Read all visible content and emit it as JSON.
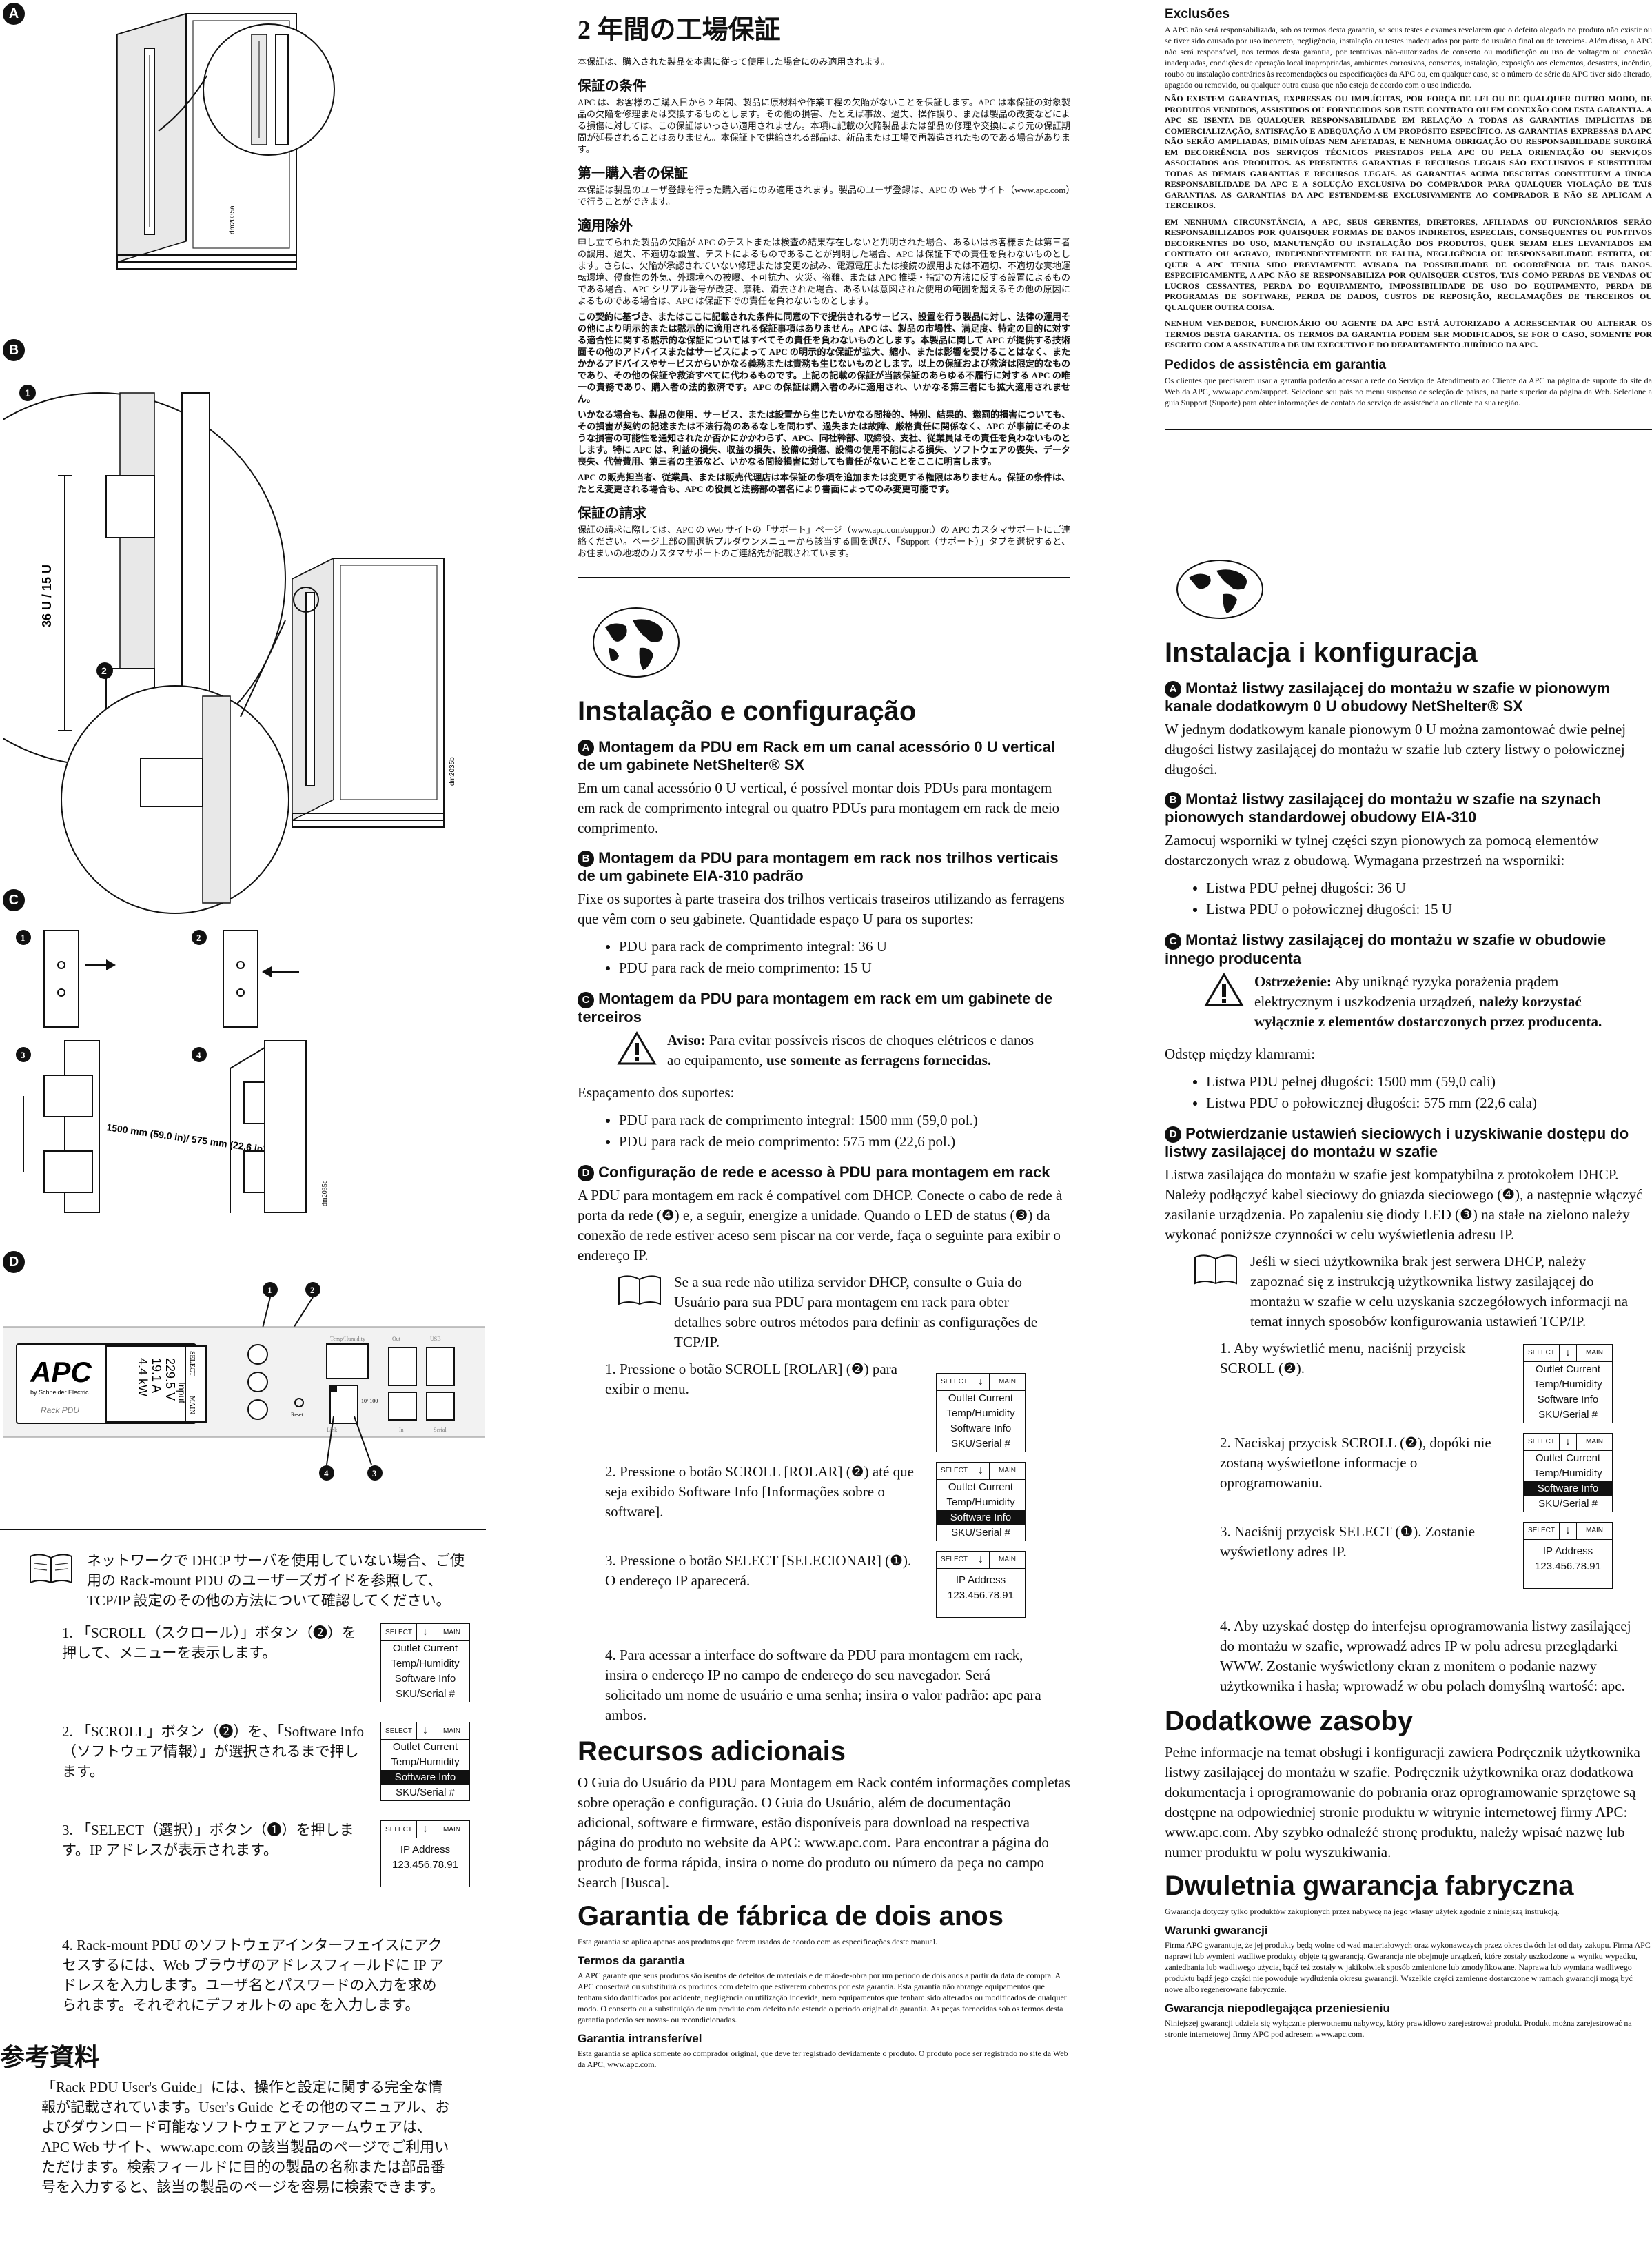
{
  "figures": {
    "label_a": "A",
    "label_b": "B",
    "label_c": "C",
    "label_d": "D",
    "num1": "1",
    "num2": "2",
    "num3": "3",
    "num4": "4",
    "rack_depth_label": "36 U / 15 U",
    "bracket_spacing_label": "1500 mm (59.0 in)/ 575 mm (22.6 in)",
    "pdu_brand": "APC",
    "pdu_brand_sub": "by Schneider Electric",
    "pdu_model": "Rack PDU",
    "display_input": "Input",
    "display_voltage": "229.5 V",
    "display_current": "19.1 A",
    "display_power": "4.4 kW",
    "btn_select": "SELECT",
    "btn_main": "MAIN",
    "port_temp": "Temp/Humidity",
    "port_out": "Out",
    "port_usb": "USB",
    "port_in": "In",
    "port_serial": "Serial",
    "port_link": "Link",
    "port_speed": "10/ 100",
    "led_reset": "Reset"
  },
  "menu": {
    "select": "SELECT",
    "main": "MAIN",
    "items": [
      "Outlet Current",
      "Temp/Humidity",
      "Software Info",
      "SKU/Serial #"
    ],
    "ip_title": "IP Address",
    "ip_value": "123.456.78.91"
  },
  "jp": {
    "note": "ネットワークで DHCP サーバを使用していない場合、ご使用の Rack-mount PDU のユーザーズガイドを参照して、TCP/IP 設定のその他の方法について確認してください。",
    "step1": "「SCROLL（スクロール）」ボタン（❷）を押して、メニューを表示します。",
    "step2": "「SCROLL」ボタン（❷）を、「Software Info（ソフトウェア情報）」が選択されるまで押します。",
    "step3": "「SELECT（選択）」ボタン（❶）を押します。IP アドレスが表示されます。",
    "step4": "Rack-mount PDU のソフトウェアインターフェイスにアクセスするには、Web ブラウザのアドレスフィールドに IP アドレスを入力します。ユーザ名とパスワードの入力を求められます。それぞれにデフォルトの apc を入力します。",
    "ref_title": "参考資料",
    "ref_body": "「Rack PDU User's Guide」には、操作と設定に関する完全な情報が記載されています。User's Guide とその他のマニュアル、およびダウンロード可能なソフトウェアとファームウェアは、APC Web サイト、www.apc.com の該当製品のページでご利用いただけます。検索フィールドに目的の製品の名称または部品番号を入力すると、該当の製品のページを容易に検索できます。",
    "warranty_title": "2 年間の工場保証",
    "warranty_intro": "本保証は、購入された製品を本書に従って使用した場合にのみ適用されます。",
    "terms_title": "保証の条件",
    "terms_body": "APC は、お客様のご購入日から 2 年間、製品に原材料や作業工程の欠陥がないことを保証します。APC は本保証の対象製品の欠陥を修理または交換するものとします。その他の損害、たとえば事故、過失、操作誤り、または製品の改変などによる損傷に対しては、この保証はいっさい適用されません。本項に記載の欠陥製品または部品の修理や交換により元の保証期間が延長されることはありません。本保証下で供給される部品は、新品または工場で再製造されたものである場合があります。",
    "first_title": "第一購入者の保証",
    "first_body": "本保証は製品のユーザ登録を行った購入者にのみ適用されます。製品のユーザ登録は、APC の Web サイト（www.apc.com）で行うことができます。",
    "excl_title": "適用除外",
    "excl_body1": "申し立てられた製品の欠陥が APC のテストまたは検査の結果存在しないと判明された場合、あるいはお客様または第三者の誤用、過失、不適切な設置、テストによるものであることが判明した場合、APC は保証下での責任を負わないものとします。さらに、欠陥が承認されていない修理または変更の試み、電源電圧または接続の誤用または不適切、不適切な実地運転環境、侵食性の外気、外環境への被曝、不可抗力、火災、盗難、または APC 推奨・指定の方法に反する設置によるものである場合、APC シリアル番号が改変、摩耗、消去された場合、あるいは意図された使用の範囲を超えるその他の原因によるものである場合は、APC は保証下での責任を負わないものとします。",
    "excl_body2": "この契約に基づき、またはここに記載された条件に同意の下で提供されるサービス、設置を行う製品に対し、法律の運用その他により明示的または黙示的に適用される保証事項はありません。APC は、製品の市場性、満足度、特定の目的に対する適合性に関する黙示的な保証についてはすべてその責任を負わないものとします。本製品に関して APC が提供する技術面その他のアドバイスまたはサービスによって APC の明示的な保証が拡大、縮小、または影響を受けることはなく、またかかるアドバイスやサービスからいかなる義務または責務も生じないものとします。以上の保証および救済は限定的なものであり、その他の保証や救済すべてに代わるものです。上記の記載の保証が当該保証のあらゆる不履行に対する APC の唯一の責務であり、購入者の法的救済です。APC の保証は購入者のみに適用され、いかなる第三者にも拡大適用されません。",
    "excl_body3": "いかなる場合も、製品の使用、サービス、または設置から生じたいかなる間接的、特別、結果的、懲罰的損害についても、その損害が契約の記述または不法行為のあるなしを問わず、過失または故障、厳格責任に関係なく、APC が事前にそのような損害の可能性を通知されたか否かにかかわらず、APC、同社幹部、取締役、支社、従業員はその責任を負わないものとします。特に APC は、利益の損失、収益の損失、設備の損傷、設備の使用不能による損失、ソフトウェアの喪失、データ喪失、代替費用、第三者の主張など、いかなる間接損害に対しても責任がないことをここに明言します。",
    "excl_body4": "APC の販売担当者、従業員、または販売代理店は本保証の条項を追加または変更する権限はありません。保証の条件は、たとえ変更される場合も、APC の役員と法務部の署名により書面によってのみ変更可能です。",
    "claims_title": "保証の請求",
    "claims_body": "保証の請求に際しては、APC の Web サイトの「サポート」ページ（www.apc.com/support）の APC カスタマサポートにご連絡ください。ページ上部の国選択プルダウンメニューから該当する国を選び、「Support（サポート）」タブを選択すると、お住まいの地域のカスタマサポートのご連絡先が記載されています。"
  },
  "pt": {
    "install_title": "Instalação e configuração",
    "a_title": "Montagem da PDU em Rack em um canal acessório 0 U vertical de um gabinete NetShelter® SX",
    "a_body": "Em um canal acessório 0 U vertical, é possível montar dois PDUs para montagem em rack de comprimento integral ou quatro PDUs para montagem em rack de meio comprimento.",
    "b_title": "Montagem da PDU para montagem em rack nos trilhos verticais de um gabinete EIA-310 padrão",
    "b_body": "Fixe os suportes à parte traseira dos trilhos verticais traseiros utilizando as ferragens que vêm com o seu gabinete. Quantidade espaço U para os suportes:",
    "b_items": [
      "PDU para rack de comprimento integral: 36 U",
      "PDU para rack de meio comprimento: 15 U"
    ],
    "c_title": "Montagem da PDU para montagem em rack em um gabinete de terceiros",
    "c_warn_label": "Aviso:",
    "c_warn_body": "Para evitar possíveis riscos de choques elétricos e danos ao equipamento,",
    "c_warn_bold": "use somente as ferragens fornecidas.",
    "c_spacing": "Espaçamento dos suportes:",
    "c_items": [
      "PDU para rack de comprimento integral: 1500 mm (59,0 pol.)",
      "PDU para rack de meio comprimento: 575 mm (22,6 pol.)"
    ],
    "d_title": "Configuração de rede e acesso à PDU para montagem em rack",
    "d_body": "A PDU para montagem em rack é compatível com DHCP. Conecte o cabo de rede à porta da rede (❹) e, a seguir, energize a unidade. Quando o LED de status (❸) da conexão de rede estiver aceso sem piscar na cor verde, faça o seguinte para exibir o endereço IP.",
    "d_note": "Se a sua rede não utiliza servidor DHCP, consulte o Guia do Usuário para sua PDU para montagem em rack para obter detalhes sobre outros métodos para definir as configurações de TCP/IP.",
    "step1": "Pressione o botão SCROLL [ROLAR] (❷) para exibir o menu.",
    "step2": "Pressione o botão SCROLL [ROLAR] (❷) até que seja exibido Software Info [Informações sobre o software].",
    "step3": "Pressione o botão SELECT [SELECIONAR] (❶). O endereço IP aparecerá.",
    "step4": "Para acessar a interface do software da PDU para montagem em rack, insira o endereço IP no campo de endereço do seu navegador. Será solicitado um nome de usuário e uma senha; insira o valor padrão: apc para ambos.",
    "res_title": "Recursos adicionais",
    "res_body": "O Guia do Usuário da PDU para Montagem em Rack contém informações completas sobre operação e configuração. O Guia do Usuário, além de documentação adicional, software e firmware, estão disponíveis para download na respectiva página do produto no website da APC: www.apc.com. Para encontrar a página do produto de forma rápida, insira o nome do produto ou número da peça no campo Search [Busca].",
    "war_title": "Garantia de fábrica de dois anos",
    "war_intro": "Esta garantia se aplica apenas aos produtos que forem usados de acordo com as especificações deste manual.",
    "terms_title": "Termos da garantia",
    "terms_body": "A APC garante que seus produtos são isentos de defeitos de materiais e de mão-de-obra por um período de dois anos a partir da data de compra. A APC consertará ou substituirá os produtos com defeito que estiverem cobertos por esta garantia. Esta garantia não abrange equipamentos que tenham sido danificados por acidente, negligência ou utilização indevida, nem equipamentos que tenham sido alterados ou modificados de qualquer modo. O conserto ou a substituição de um produto com defeito não estende o período original da garantia. As peças fornecidas sob os termos desta garantia poderão ser novas- ou recondicionadas.",
    "transf_title": "Garantia intransferível",
    "transf_body": "Esta garantia se aplica somente ao comprador original, que deve ter registrado devidamente o produto. O produto pode ser registrado no site da Web da APC, www.apc.com.",
    "excl_title": "Exclusões",
    "excl_body": "A APC não será responsabilizada, sob os termos desta garantia, se seus testes e exames revelarem que o defeito alegado no produto não existir ou se tiver sido causado por uso incorreto, negligência, instalação ou testes inadequados por parte do usuário final ou de terceiros. Além disso, a APC não será responsável, nos termos desta garantia, por tentativas não-autorizadas de conserto ou modificação ou uso de voltagem ou conexão inadequadas, condições de operação local inapropriadas, ambientes corrosivos, consertos, instalação, exposição aos elementos, desastres, incêndio, roubo ou instalação contrários às recomendações ou especificações da APC ou, em qualquer caso, se o número de série da APC tiver sido alterado, apagado ou removido, ou qualquer outra causa que não esteja de acordo com o uso indicado.",
    "caps1": "NÃO EXISTEM GARANTIAS, EXPRESSAS OU IMPLÍCITAS, POR FORÇA DE LEI OU DE QUALQUER OUTRO MODO, DE PRODUTOS VENDIDOS, ASSISTIDOS OU FORNECIDOS SOB ESTE CONTRATO OU EM CONEXÃO COM ESTA GARANTIA. A APC SE ISENTA DE QUALQUER RESPONSABILIDADE EM RELAÇÃO A TODAS AS GARANTIAS IMPLÍCITAS DE COMERCIALIZAÇÃO, SATISFAÇÃO E ADEQUAÇÃO A UM PROPÓSITO ESPECÍFICO. AS GARANTIAS EXPRESSAS DA APC NÃO SERÃO AMPLIADAS, DIMINUÍDAS NEM AFETADAS, E NENHUMA OBRIGAÇÃO OU RESPONSABILIDADE SURGIRÁ EM DECORRÊNCIA DOS SERVIÇOS TÉCNICOS PRESTADOS PELA APC OU PELA ORIENTAÇÃO OU SERVIÇOS ASSOCIADOS AOS PRODUTOS. AS PRESENTES GARANTIAS E RECURSOS LEGAIS SÃO EXCLUSIVOS E SUBSTITUEM TODAS AS DEMAIS GARANTIAS E RECURSOS LEGAIS. AS GARANTIAS ACIMA DESCRITAS CONSTITUEM A ÚNICA RESPONSABILIDADE DA APC E A SOLUÇÃO EXCLUSIVA DO COMPRADOR PARA QUALQUER VIOLAÇÃO DE TAIS GARANTIAS. AS GARANTIAS DA APC ESTENDEM-SE EXCLUSIVAMENTE AO COMPRADOR E NÃO SE APLICAM A TERCEIROS.",
    "caps2": "EM NENHUMA CIRCUNSTÂNCIA, A APC, SEUS GERENTES, DIRETORES, AFILIADAS OU FUNCIONÁRIOS SERÃO RESPONSABILIZADOS POR QUAISQUER FORMAS DE DANOS INDIRETOS, ESPECIAIS, CONSEQUENTES OU PUNITIVOS DECORRENTES DO USO, MANUTENÇÃO OU INSTALAÇÃO DOS PRODUTOS, QUER SEJAM ELES LEVANTADOS EM CONTRATO OU AGRAVO, INDEPENDENTEMENTE DE FALHA, NEGLIGÊNCIA OU RESPONSABILIDADE ESTRITA, OU QUER A APC TENHA SIDO PREVIAMENTE AVISADA DA POSSIBILIDADE DE OCORRÊNCIA DE TAIS DANOS. ESPECIFICAMENTE, A APC NÃO SE RESPONSABILIZA POR QUAISQUER CUSTOS, TAIS COMO PERDAS DE VENDAS OU LUCROS CESSANTES, PERDA DO EQUIPAMENTO, IMPOSSIBILIDADE DE USO DO EQUIPAMENTO, PERDA DE PROGRAMAS DE SOFTWARE, PERDA DE DADOS, CUSTOS DE REPOSIÇÃO, RECLAMAÇÕES DE TERCEIROS OU QUALQUER OUTRA COISA.",
    "caps3": "NENHUM VENDEDOR, FUNCIONÁRIO OU AGENTE DA APC ESTÁ AUTORIZADO A ACRESCENTAR OU ALTERAR OS TERMOS DESTA GARANTIA. OS TERMOS DA GARANTIA PODEM SER MODIFICADOS, SE FOR O CASO, SOMENTE POR ESCRITO COM A ASSINATURA DE UM EXECUTIVO E DO DEPARTAMENTO JURÍDICO DA APC.",
    "req_title": "Pedidos de assistência em garantia",
    "req_body": "Os clientes que precisarem usar a garantia poderão acessar a rede do Serviço de Atendimento ao Cliente da APC na página de suporte do site da Web da APC, www.apc.com/support. Selecione seu país no menu suspenso de seleção de países, na parte superior da página da Web. Selecione a guia Support (Suporte) para obter informações de contato do serviço de assistência ao cliente na sua região."
  },
  "pl": {
    "install_title": "Instalacja i konfiguracja",
    "a_title": "Montaż listwy zasilającej do montażu w szafie w pionowym kanale dodatkowym 0 U obudowy NetShelter® SX",
    "a_body": "W jednym dodatkowym kanale pionowym 0 U można zamontować dwie pełnej długości listwy zasilającej do montażu w szafie lub cztery listwy o połowicznej długości.",
    "b_title": "Montaż listwy zasilającej do montażu w szafie na szynach pionowych standardowej obudowy EIA-310",
    "b_body": "Zamocuj wsporniki w tylnej części szyn pionowych za pomocą elementów dostarczonych wraz z obudową. Wymagana przestrzeń na wsporniki:",
    "b_items": [
      "Listwa PDU pełnej długości: 36 U",
      "Listwa PDU o połowicznej długości: 15 U"
    ],
    "c_title": "Montaż listwy zasilającej do montażu w szafie w obudowie innego producenta",
    "c_warn_label": "Ostrzeżenie:",
    "c_warn_body": "Aby uniknąć ryzyka porażenia prądem elektrycznym i uszkodzenia urządzeń,",
    "c_warn_bold": "należy korzystać wyłącznie z elementów dostarczonych przez producenta.",
    "c_spacing": "Odstęp między klamrami:",
    "c_items": [
      "Listwa PDU pełnej długości: 1500 mm (59,0 cali)",
      "Listwa PDU o połowicznej długości: 575 mm (22,6 cala)"
    ],
    "d_title": "Potwierdzanie ustawień sieciowych i uzyskiwanie dostępu do listwy zasilającej do montażu w szafie",
    "d_body": "Listwa zasilająca do montażu w szafie jest kompatybilna z protokołem DHCP. Należy podłączyć kabel sieciowy do gniazda sieciowego (❹), a następnie włączyć zasilanie urządzenia. Po zapaleniu się diody LED (❸) na stałe na zielono należy wykonać poniższe czynności w celu wyświetlenia adresu IP.",
    "d_note": "Jeśli w sieci użytkownika brak jest serwera DHCP, należy zapoznać się z instrukcją użytkownika listwy zasilającej do montażu w szafie w celu uzyskania szczegółowych informacji na temat innych sposobów konfigurowania ustawień TCP/IP.",
    "step1": "Aby wyświetlić menu, naciśnij przycisk SCROLL (❷).",
    "step2": "Naciskaj przycisk SCROLL (❷), dopóki nie zostaną wyświetlone informacje o oprogramowaniu.",
    "step3": "Naciśnij przycisk SELECT (❶). Zostanie wyświetlony adres IP.",
    "step4": "Aby uzyskać dostęp do interfejsu oprogramowania listwy zasilającej do montażu w szafie, wprowadź adres IP w polu adresu przeglądarki WWW. Zostanie wyświetlony ekran z monitem o podanie nazwy użytkownika i hasła; wprowadź w obu polach domyślną wartość: apc.",
    "res_title": "Dodatkowe zasoby",
    "res_body": "Pełne informacje na temat obsługi i konfiguracji zawiera Podręcznik użytkownika listwy zasilającej do montażu w szafie. Podręcznik użytkownika oraz dodatkowa dokumentacja i oprogramowanie do pobrania oraz oprogramowanie sprzętowe są dostępne na odpowiedniej stronie produktu w witrynie internetowej firmy APC: www.apc.com. Aby szybko odnaleźć stronę produktu, należy wpisać nazwę lub numer produktu w polu wyszukiwania.",
    "war_title": "Dwuletnia gwarancja fabryczna",
    "war_intro": "Gwarancja dotyczy tylko produktów zakupionych przez nabywcę na jego własny użytek zgodnie z niniejszą instrukcją.",
    "terms_title": "Warunki gwarancji",
    "terms_body": "Firma APC gwarantuje, że jej produkty będą wolne od wad materiałowych oraz wykonawczych przez okres dwóch lat od daty zakupu. Firma APC naprawi lub wymieni wadliwe produkty objęte tą gwarancją. Gwarancja nie obejmuje urządzeń, które zostały uszkodzone w wyniku wypadku, zaniedbania lub wadliwego użycia, bądź też zostały w jakikolwiek sposób zmienione lub zmodyfikowane. Naprawa lub wymiana wadliwego produktu bądź jego części nie powoduje wydłużenia okresu gwarancji. Wszelkie części zamienne dostarczone w ramach gwarancji mogą być nowe albo regenerowane fabrycznie.",
    "transf_title": "Gwarancja niepodlegająca przeniesieniu",
    "transf_body": "Niniejszej gwarancji udziela się wyłącznie pierwotnemu nabywcy, który prawidłowo zarejestrował produkt. Produkt można zarejestrować na stronie internetowej firmy APC pod adresem www.apc.com."
  }
}
